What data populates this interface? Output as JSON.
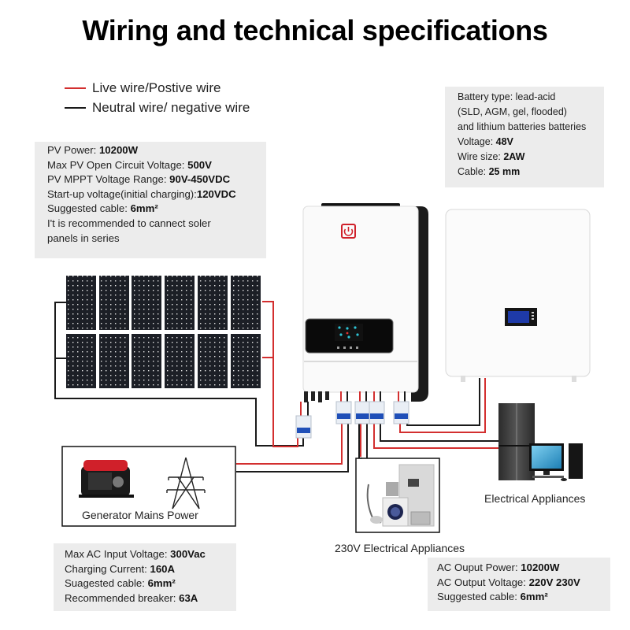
{
  "title": "Wiring and technical specifications",
  "legend": [
    {
      "label": "Live wire/Postive wire",
      "color": "#d32f2f"
    },
    {
      "label": "Neutral wire/ negative wire",
      "color": "#1a1a1a"
    }
  ],
  "pv_specs": {
    "lines": [
      {
        "label": "PV Power: ",
        "value": "10200W"
      },
      {
        "label": "Max PV Open Circuit Voltage: ",
        "value": "500V"
      },
      {
        "label": "PV MPPT Voltage Range: ",
        "value": "90V-450VDC"
      },
      {
        "label": "Start-up voltage(initial charging):",
        "value": "120VDC"
      },
      {
        "label": "Suggested cable: ",
        "value": "6mm²"
      },
      {
        "label": "I't is recommended to cannect soler",
        "value": ""
      },
      {
        "label": "panels in series",
        "value": ""
      }
    ]
  },
  "battery_specs": {
    "lines": [
      {
        "label": "Battery type: lead-acid",
        "value": ""
      },
      {
        "label": " (SLD, AGM, gel, flooded)",
        "value": ""
      },
      {
        "label": "and lithium batteries batteries",
        "value": ""
      },
      {
        "label": "Voltage: ",
        "value": "48V"
      },
      {
        "label": "Wire size: ",
        "value": "2AW"
      },
      {
        "label": "Cable: ",
        "value": "25 mm"
      }
    ]
  },
  "ac_input_specs": {
    "lines": [
      {
        "label": "Max AC Input Voltage: ",
        "value": "300Vac"
      },
      {
        "label": "Charging Current: ",
        "value": "160A"
      },
      {
        "label": "Suagested cable: ",
        "value": "6mm²"
      },
      {
        "label": "Recommended breaker: ",
        "value": "63A"
      }
    ]
  },
  "ac_output_specs": {
    "lines": [
      {
        "label": "AC Ouput Power: ",
        "value": "10200W"
      },
      {
        "label": "AC Output Voltage: ",
        "value": "220V 230V"
      },
      {
        "label": "Suggested cable: ",
        "value": "6mm²"
      }
    ]
  },
  "captions": {
    "generator": "Generator Mains Power",
    "appliances_230v": "230V Electrical Appliances",
    "appliances": "Electrical Appliances"
  },
  "components": {
    "solar_array": {
      "rows": 2,
      "panels_per_row": 6
    },
    "inverter": {
      "icon": "power-icon"
    },
    "battery": {
      "icon": "lcd-display-icon"
    },
    "breakers": 5
  },
  "colors": {
    "live": "#d32f2f",
    "neutral": "#1a1a1a",
    "spec_box_bg": "#ececec",
    "breaker_blue": "#1f4fb8",
    "power_button_red": "#d0202a"
  }
}
